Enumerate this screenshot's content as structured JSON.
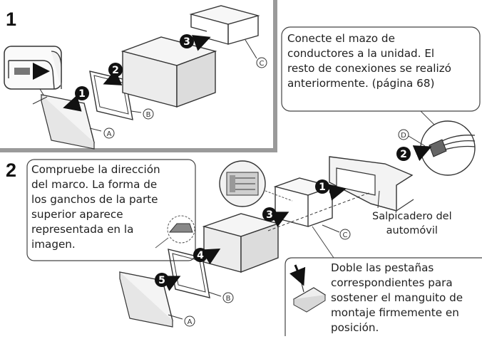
{
  "steps": {
    "one": "1",
    "two": "2"
  },
  "markers": [
    "1",
    "2",
    "3",
    "4",
    "5"
  ],
  "part_labels": {
    "a": "A",
    "b": "B",
    "c": "C",
    "d": "D"
  },
  "callouts": {
    "top_right": [
      "Conecte el mazo de",
      "conductores a la unidad. El",
      "resto de conexiones se realizó",
      "anteriormente. (página 68)"
    ],
    "frame_direction": [
      "Compruebe la dirección",
      "del marco. La forma de",
      "los ganchos de la parte",
      "superior aparece",
      "representada en la",
      "imagen."
    ],
    "tabs": [
      "Doble las pestañas",
      "correspondientes para",
      "sostener el manguito de",
      "montaje firmemente en",
      "posición."
    ]
  },
  "dashboard_label": [
    "Salpicadero del",
    "automóvil"
  ]
}
